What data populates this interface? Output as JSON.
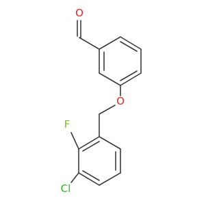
{
  "molecule": {
    "atoms": {
      "oxygen_aldehyde": {
        "label": "O",
        "color": "#e8231f"
      },
      "oxygen_ether": {
        "label": "O",
        "color": "#e8231f"
      },
      "fluorine": {
        "label": "F",
        "color": "#7fbf1f"
      },
      "chlorine": {
        "label": "Cl",
        "color": "#34b324"
      }
    },
    "bond_color": "#3a3a3a"
  }
}
